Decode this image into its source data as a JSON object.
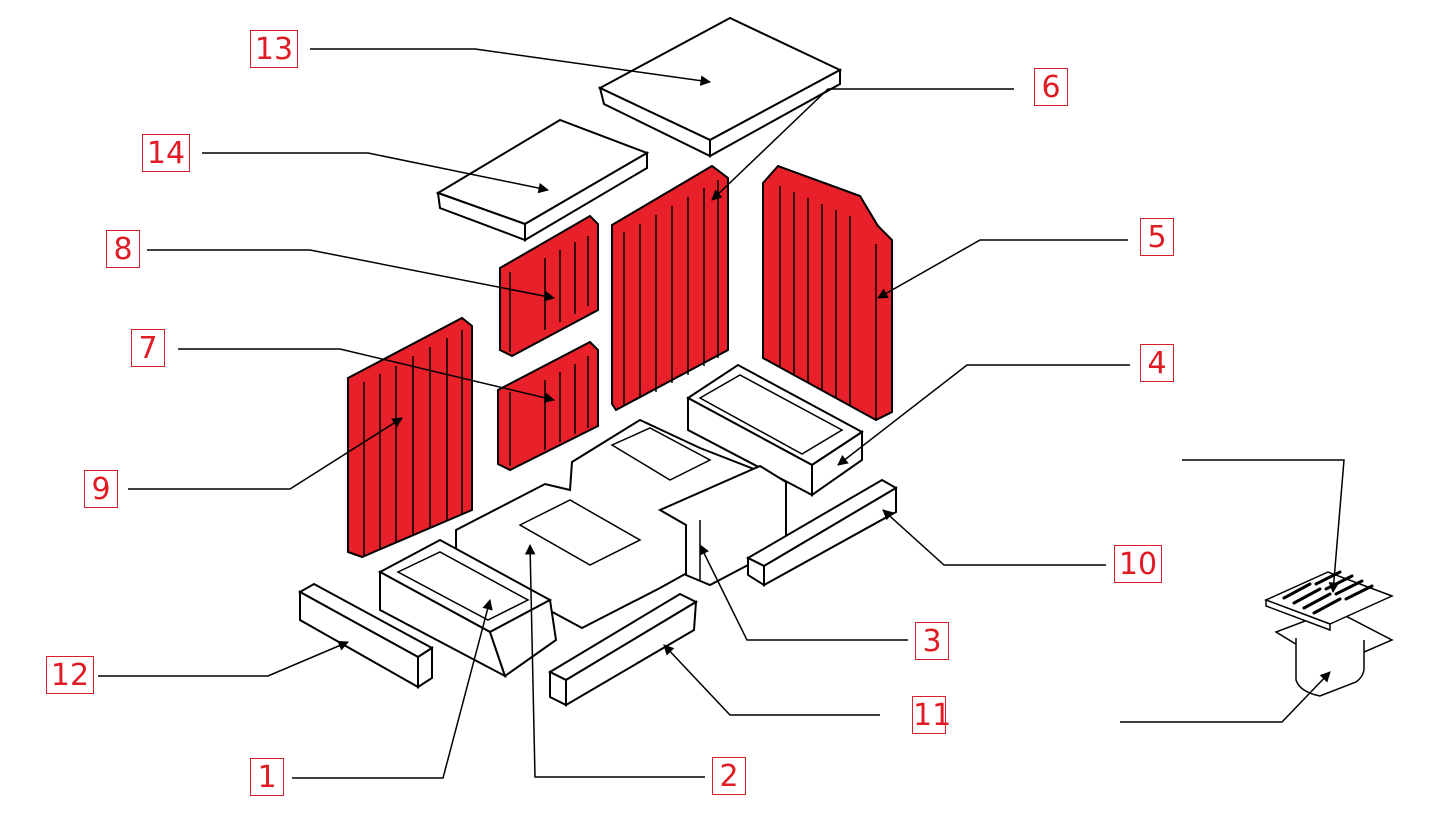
{
  "title": "Exploded view of stove firebrick lining",
  "colors": {
    "accent_red": "#e8202a",
    "label_red": "#e01b24",
    "line": "#111111"
  },
  "labels": [
    {
      "id": "13",
      "text": "13"
    },
    {
      "id": "14",
      "text": "14"
    },
    {
      "id": "8",
      "text": "8"
    },
    {
      "id": "7",
      "text": "7"
    },
    {
      "id": "9",
      "text": "9"
    },
    {
      "id": "6",
      "text": "6"
    },
    {
      "id": "5",
      "text": "5"
    },
    {
      "id": "4",
      "text": "4"
    },
    {
      "id": "10",
      "text": "10"
    },
    {
      "id": "3",
      "text": "3"
    },
    {
      "id": "11",
      "text": "11"
    },
    {
      "id": "12",
      "text": "12"
    },
    {
      "id": "1",
      "text": "1"
    },
    {
      "id": "2",
      "text": "2"
    }
  ],
  "parts": [
    {
      "id": "13",
      "name": "top baffle plate rear"
    },
    {
      "id": "14",
      "name": "top baffle plate front"
    },
    {
      "id": "8",
      "name": "upper left side panel"
    },
    {
      "id": "7",
      "name": "lower left side panel"
    },
    {
      "id": "9",
      "name": "left side wall"
    },
    {
      "id": "6",
      "name": "back wall"
    },
    {
      "id": "5",
      "name": "right side wall"
    },
    {
      "id": "4",
      "name": "rear right base brick"
    },
    {
      "id": "10",
      "name": "right front bar"
    },
    {
      "id": "3",
      "name": "right front base brick"
    },
    {
      "id": "11",
      "name": "center front bar"
    },
    {
      "id": "12",
      "name": "left front bar"
    },
    {
      "id": "1",
      "name": "front left base brick"
    },
    {
      "id": "2",
      "name": "central base brick"
    },
    {
      "id": "grate",
      "name": "grate and ash pan"
    }
  ]
}
